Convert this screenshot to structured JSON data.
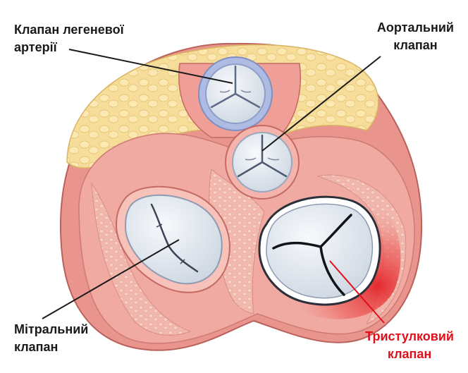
{
  "labels": {
    "pulmonary": {
      "line1": "Клапан легеневої",
      "line2": "артерії"
    },
    "aortic": {
      "line1": "Аортальний",
      "line2": "клапан"
    },
    "mitral": {
      "line1": "Мітральний",
      "line2": "клапан"
    },
    "tricuspid": {
      "line1": "Тристулковий",
      "line2": "клапан"
    }
  },
  "colors": {
    "label_default": "#1a1a1a",
    "label_highlight": "#e0101b",
    "leader_default": "#1a1a1a",
    "leader_highlight": "#e0101b",
    "fat": "#f6dd9a",
    "muscle": "#eea39c",
    "muscle_dark": "#d8756e",
    "tissue": "#f4c6bd",
    "valve_leaflet": "#e4eaf1",
    "pulmonary_ring": "#a7b4dc",
    "highlight_glow": "#e3242b"
  }
}
